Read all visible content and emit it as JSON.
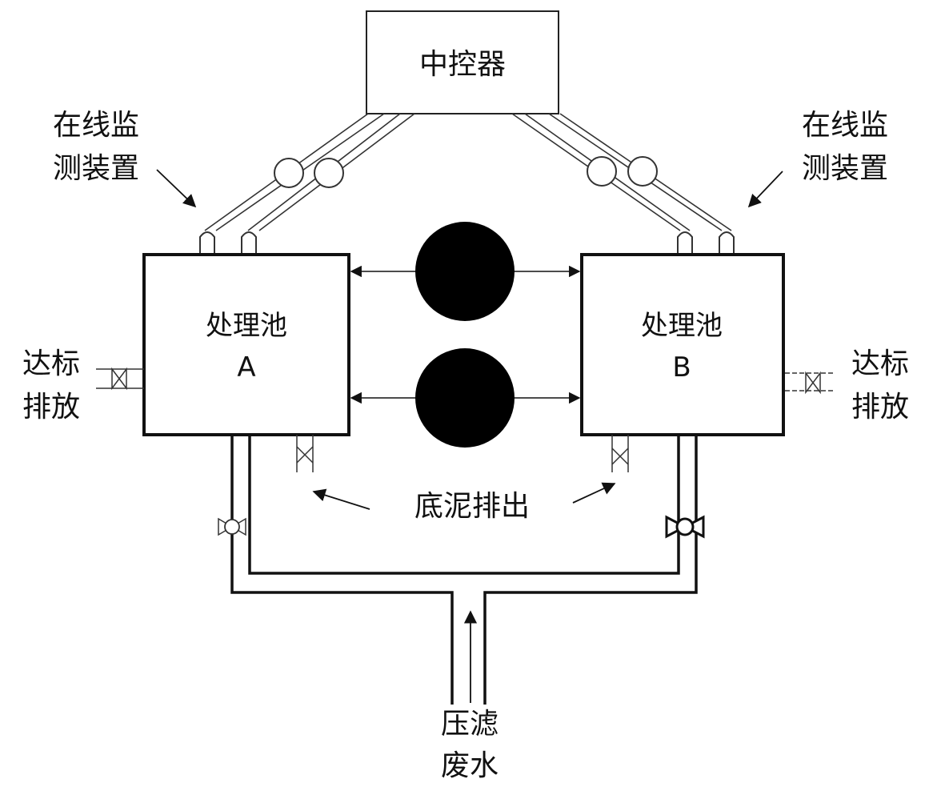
{
  "controller": {
    "label": "中控器"
  },
  "monitor_left": {
    "line1": "在线监",
    "line2": "测装置"
  },
  "monitor_right": {
    "line1": "在线监",
    "line2": "测装置"
  },
  "tank_a": {
    "name": "处理池",
    "letter": "A"
  },
  "tank_b": {
    "name": "处理池",
    "letter": "B"
  },
  "discharge_left": {
    "line1": "达标",
    "line2": "排放"
  },
  "discharge_right": {
    "line1": "达标",
    "line2": "排放"
  },
  "sludge": {
    "label": "底泥排出"
  },
  "inlet": {
    "line1": "压滤",
    "line2": "废水"
  }
}
